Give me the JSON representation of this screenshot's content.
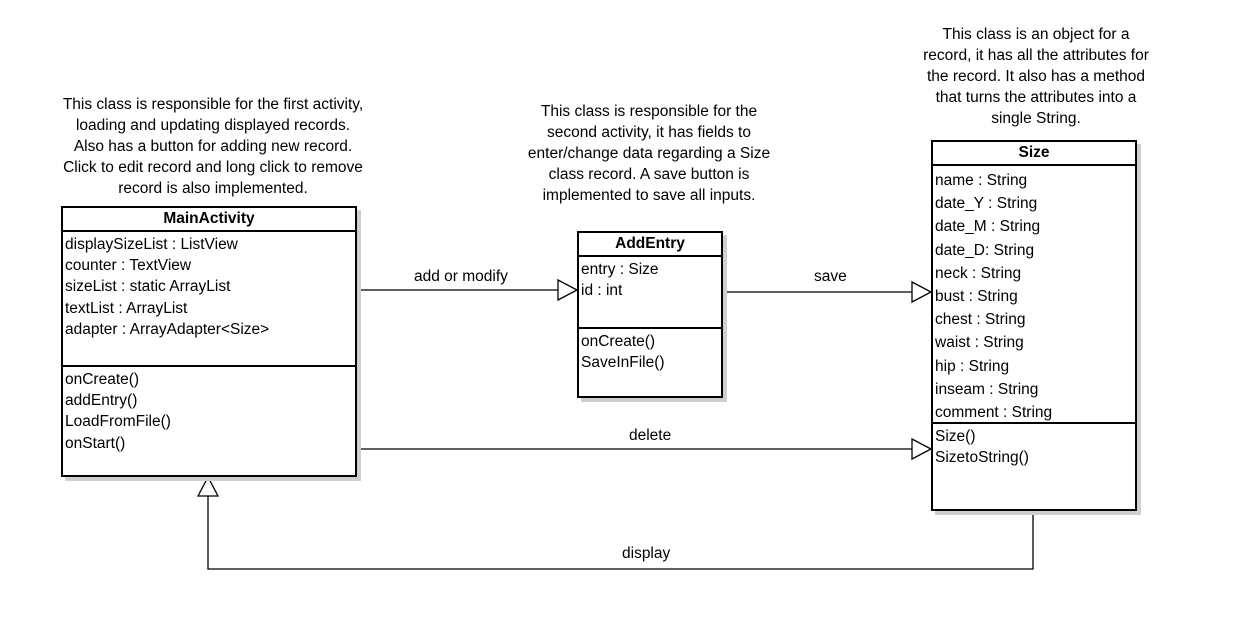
{
  "notes": {
    "main": "This class is responsible for the first activity,\nloading and updating displayed records.\nAlso has a button for adding new record.\nClick to edit record and long click to remove\nrecord is also implemented.",
    "addentry": "This class is responsible for the\nsecond activity, it has fields to\nenter/change data regarding a Size\nclass record. A save button is\nimplemented to save all inputs.",
    "size": "This class is an object for a\nrecord, it has all the attributes for\nthe record. It also has a method\nthat turns the attributes into a\nsingle String."
  },
  "classes": {
    "main": {
      "name": "MainActivity",
      "attributes": [
        "displaySizeList : ListView",
        "counter : TextView",
        "sizeList : static ArrayList",
        "textList : ArrayList",
        "adapter : ArrayAdapter<Size>"
      ],
      "methods": [
        "onCreate()",
        "addEntry()",
        "LoadFromFile()",
        "onStart()"
      ]
    },
    "addentry": {
      "name": "AddEntry",
      "attributes": [
        "entry : Size",
        "id : int"
      ],
      "methods": [
        "onCreate()",
        "SaveInFile()"
      ]
    },
    "size": {
      "name": "Size",
      "attributes": [
        "name : String",
        "date_Y : String",
        "date_M : String",
        "date_D: String",
        "neck : String",
        "bust : String",
        "chest : String",
        "waist : String",
        "hip : String",
        "inseam  : String",
        "comment : String"
      ],
      "methods": [
        "Size()",
        "SizetoString()"
      ]
    }
  },
  "relations": {
    "add_or_modify": "add or modify",
    "save": "save",
    "delete": "delete",
    "display": "display"
  }
}
